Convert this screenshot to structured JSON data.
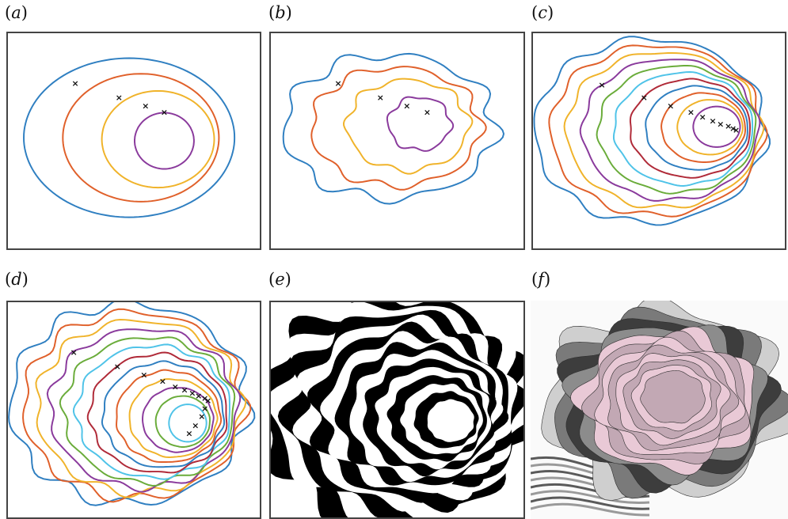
{
  "panels": [
    {
      "id": "a",
      "label_open": "(",
      "letter": "a",
      "label_close": ")"
    },
    {
      "id": "b",
      "label_open": "(",
      "letter": "b",
      "label_close": ")"
    },
    {
      "id": "c",
      "label_open": "(",
      "letter": "c",
      "label_close": ")"
    },
    {
      "id": "d",
      "label_open": "(",
      "letter": "d",
      "label_close": ")"
    },
    {
      "id": "e",
      "label_open": "(",
      "letter": "e",
      "label_close": ")"
    },
    {
      "id": "f",
      "label_open": "(",
      "letter": "f",
      "label_close": ")"
    }
  ],
  "colors": {
    "contours": [
      "#2f7fc1",
      "#e0602a",
      "#f0b32a",
      "#8a3a9c",
      "#6aac3a",
      "#4fc3e8",
      "#b02a38"
    ],
    "marker": "#111111",
    "photo_pink": "#e9c9d6",
    "photo_grey": "#6f6f6f"
  },
  "marker_symbol": "×"
}
